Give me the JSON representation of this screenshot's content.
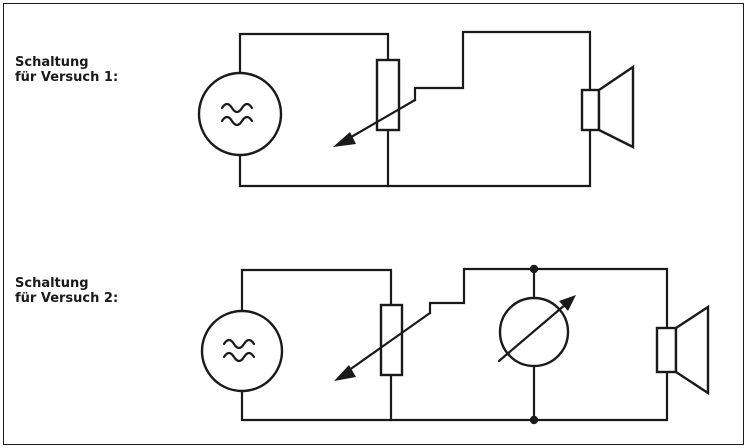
{
  "circuits": [
    {
      "label_line1": "Schaltung",
      "label_line2": "für Versuch 1:"
    },
    {
      "label_line1": "Schaltung",
      "label_line2": "für Versuch 2:"
    }
  ],
  "colors": {
    "ink": "#1a1a1a",
    "paper": "#ffffff"
  },
  "icons": [
    "ac-source-icon",
    "potentiometer-icon",
    "speaker-icon",
    "meter-icon"
  ]
}
